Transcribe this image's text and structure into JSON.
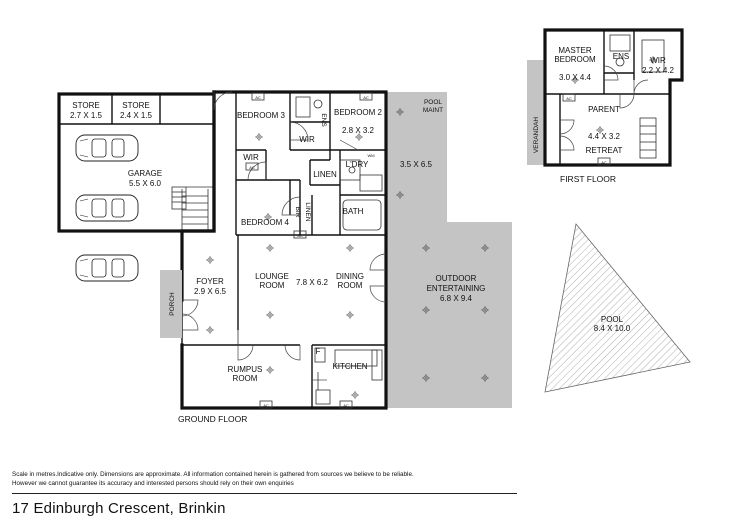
{
  "floor_labels": {
    "ground": "GROUND FLOOR",
    "first": "FIRST FLOOR"
  },
  "rooms": {
    "store1": {
      "name": "STORE",
      "size": "2.7 X 1.5"
    },
    "store2": {
      "name": "STORE",
      "size": "2.4 X 1.5"
    },
    "garage": {
      "name": "GARAGE",
      "size": "5.5 X 6.0"
    },
    "bedroom3": {
      "name": "BEDROOM 3"
    },
    "bedroom2": {
      "name": "BEDROOM 2",
      "size": "2.8 X 3.2"
    },
    "ens_ground": {
      "name": "ENS"
    },
    "wir_ground1": {
      "name": "WIR"
    },
    "wir_ground2": {
      "name": "WIR"
    },
    "linen": {
      "name": "LINEN"
    },
    "laundry": {
      "name": "L'DRY"
    },
    "wm": {
      "name": "WM"
    },
    "bir": {
      "name": "BIR"
    },
    "linen2": {
      "name": "LINEN"
    },
    "bath": {
      "name": "BATH"
    },
    "bedroom4": {
      "name": "BEDROOM 4"
    },
    "pool_maint": {
      "name": "POOL",
      "name2": "MAINT"
    },
    "deck": {
      "size": "3.5 X 6.5"
    },
    "foyer": {
      "name": "FOYER",
      "size": "2.9 X 6.5"
    },
    "lounge": {
      "name": "LOUNGE",
      "name2": "ROOM"
    },
    "lounge_dining_size": "7.8 X 6.2",
    "dining": {
      "name": "DINING",
      "name2": "ROOM"
    },
    "porch": {
      "name": "PORCH"
    },
    "outdoor": {
      "name": "OUTDOOR",
      "name2": "ENTERTAINING",
      "size": "6.8 X 9.4"
    },
    "rumpus": {
      "name": "RUMPUS",
      "name2": "ROOM"
    },
    "kitchen": {
      "name": "KITCHEN"
    },
    "fridge": {
      "name": "F"
    },
    "pool": {
      "name": "POOL",
      "size": "8.4 X 10.0"
    },
    "master": {
      "name": "MASTER",
      "name2": "BEDROOM",
      "size": "3.0 X 4.4"
    },
    "ens_first": {
      "name": "ENS"
    },
    "wir_first": {
      "name": "WIR",
      "size": "2.2 X 4.2"
    },
    "parent": {
      "name": "PARENT",
      "size": "4.4 X 3.2",
      "name2": "RETREAT"
    },
    "verandah": {
      "name": "VERANDAH"
    }
  },
  "fixtures": {
    "ac": "AC"
  },
  "disclaimer": "Scale in metres.Indicative only. Dimensions are approximate. All information contained herein is gathered from sources we believe to be reliable. However we cannot guarantee its accuracy and interested persons should rely on their own enquiries",
  "address": "17 Edinburgh Crescent, Brinkin"
}
